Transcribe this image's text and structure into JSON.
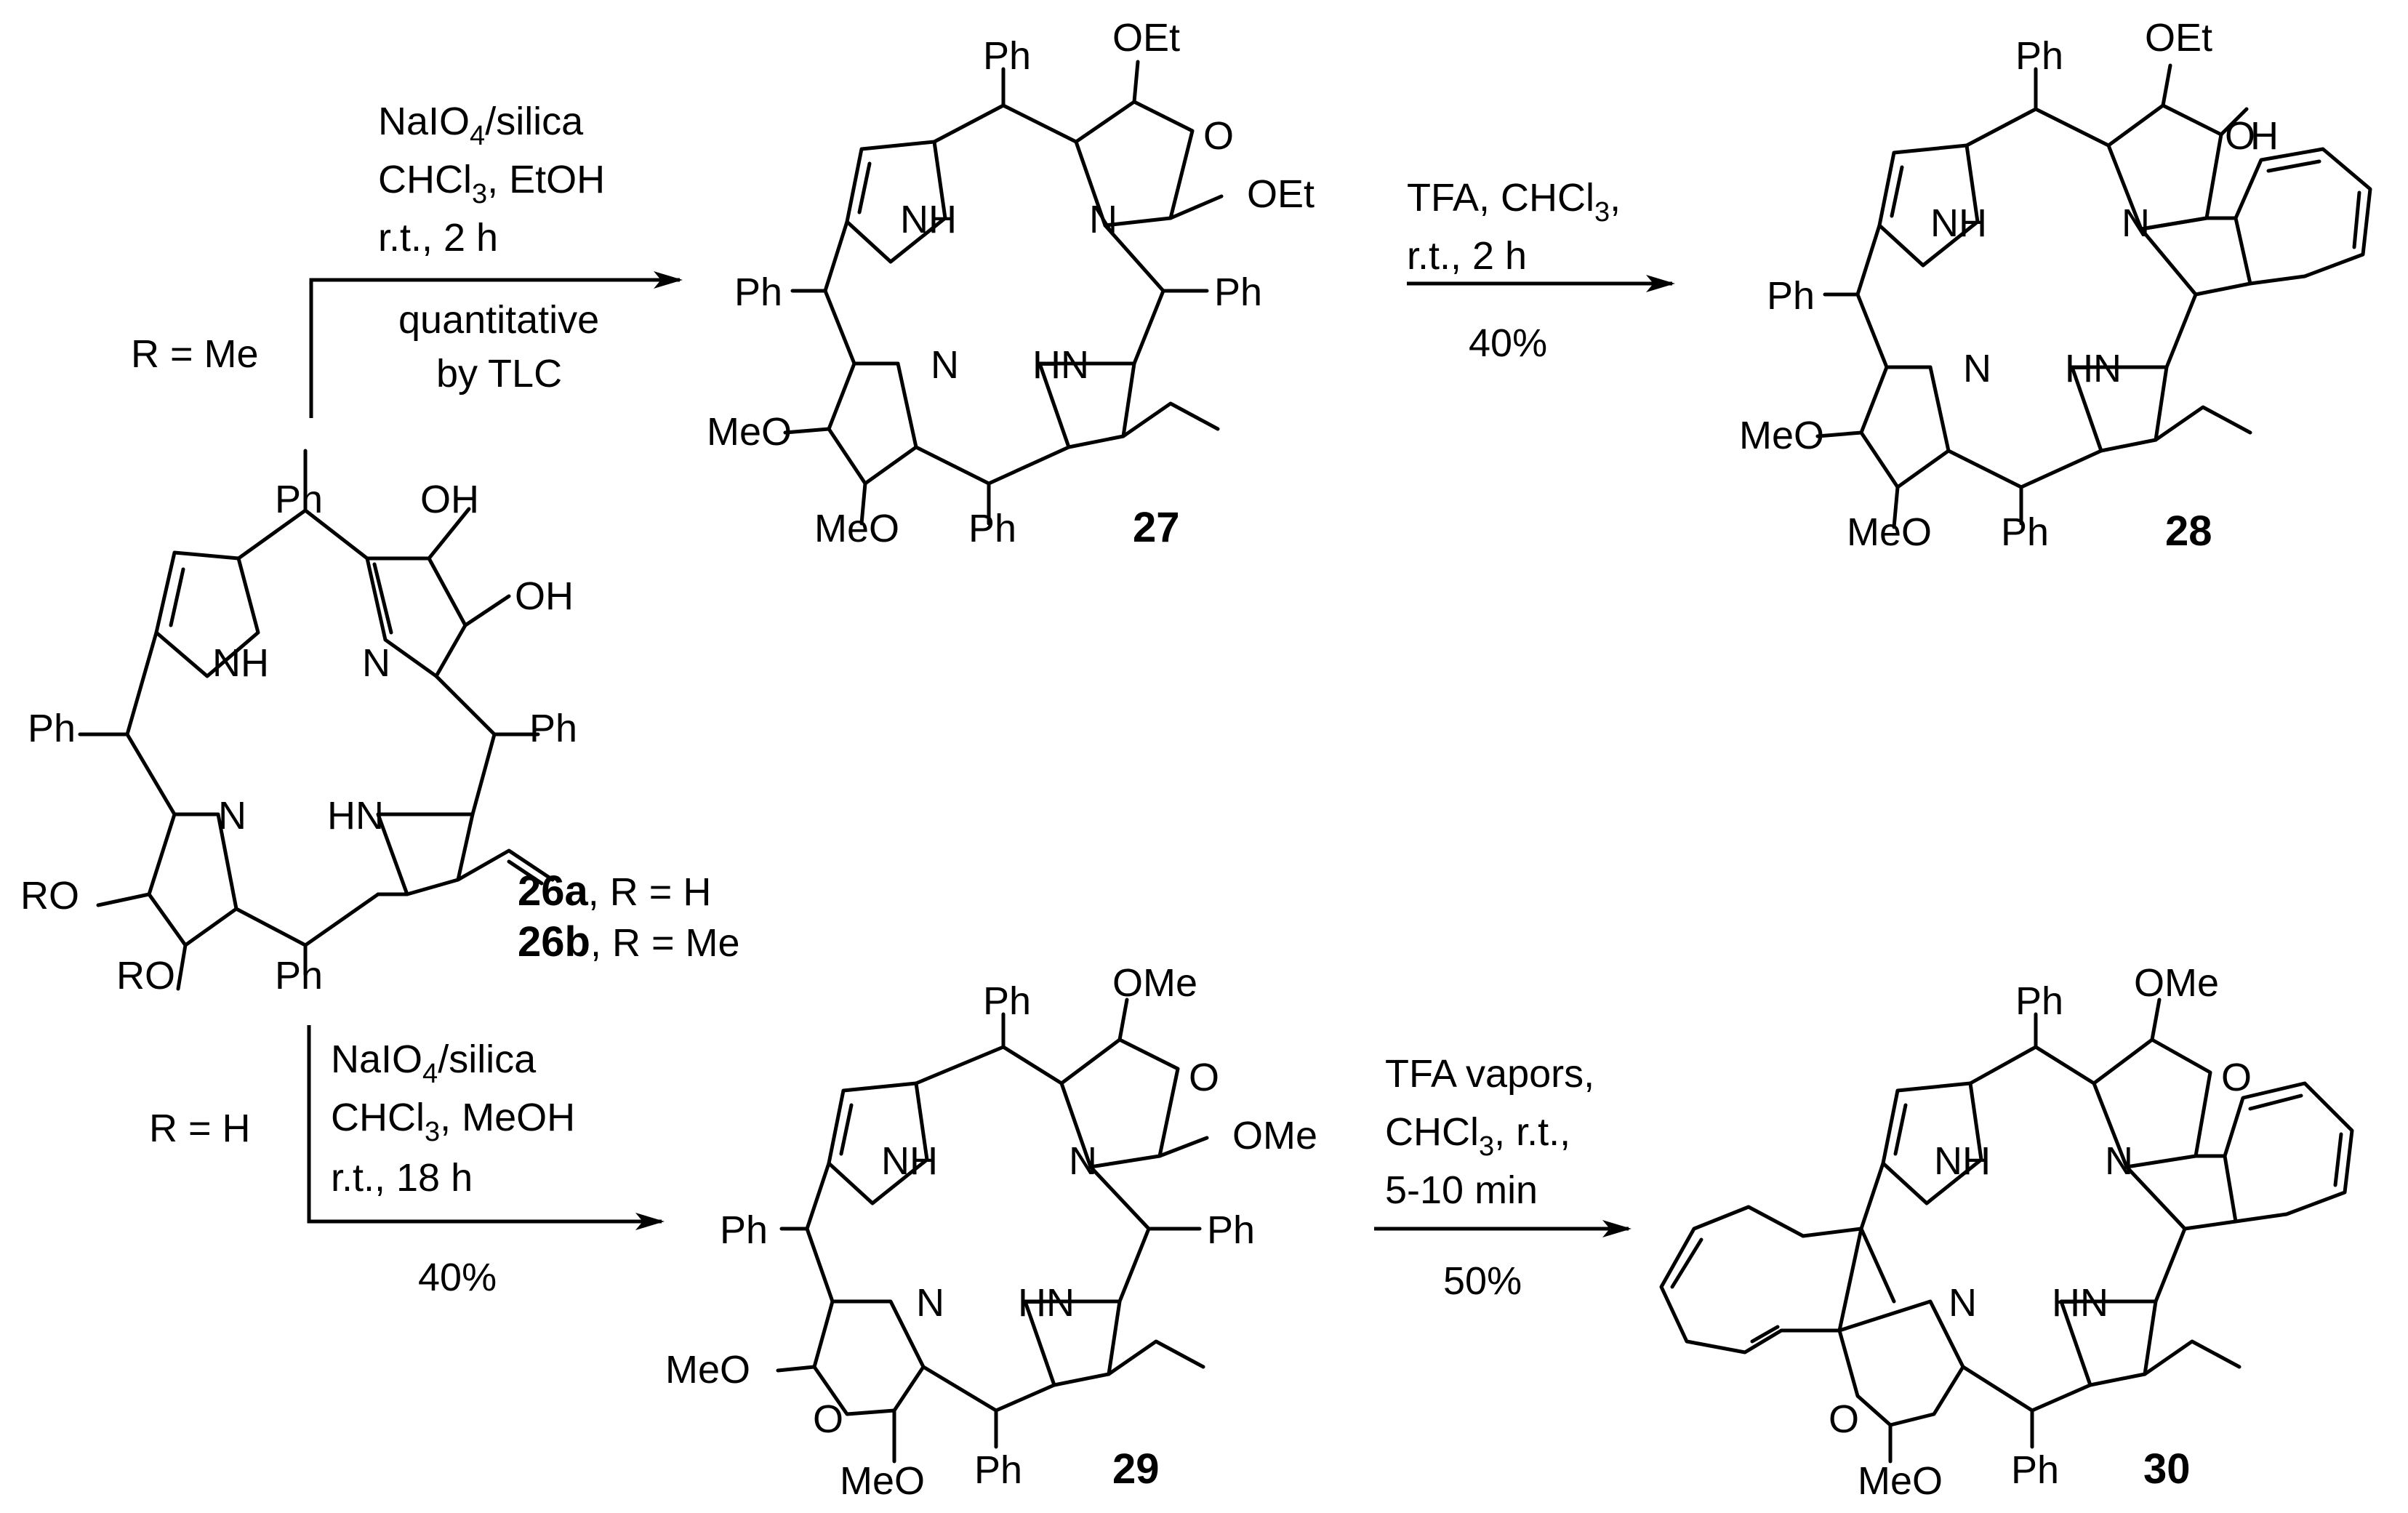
{
  "molecules": {
    "m26": {
      "labels": {
        "ph_top": "Ph",
        "oh1": "OH",
        "oh2": "OH",
        "nh": "NH",
        "n1": "N",
        "ph_left": "Ph",
        "ph_right": "Ph",
        "n2": "N",
        "hn": "HN",
        "ro1": "RO",
        "ro2": "RO",
        "ph_bottom": "Ph"
      },
      "id_a": "26a",
      "id_a_suffix": ", R = H",
      "id_b": "26b",
      "id_b_suffix": ", R = Me"
    },
    "m27": {
      "labels": {
        "ph_top": "Ph",
        "oet1": "OEt",
        "o": "O",
        "oet2": "OEt",
        "nh": "NH",
        "n1": "N",
        "ph_left": "Ph",
        "ph_right": "Ph",
        "n2": "N",
        "hn": "HN",
        "meo1": "MeO",
        "meo2": "MeO",
        "ph_bottom": "Ph"
      },
      "id": "27"
    },
    "m28": {
      "labels": {
        "ph_top": "Ph",
        "oet": "OEt",
        "o": "O",
        "h": "H",
        "nh": "NH",
        "n1": "N",
        "ph_left": "Ph",
        "n2": "N",
        "hn": "HN",
        "meo1": "MeO",
        "meo2": "MeO",
        "ph_bottom": "Ph"
      },
      "id": "28"
    },
    "m29": {
      "labels": {
        "ph_top": "Ph",
        "ome1": "OMe",
        "o1": "O",
        "ome2": "OMe",
        "nh": "NH",
        "n1": "N",
        "ph_left": "Ph",
        "ph_right": "Ph",
        "meo1": "MeO",
        "n2": "N",
        "hn": "HN",
        "o2": "O",
        "meo2": "MeO",
        "ph_bottom": "Ph"
      },
      "id": "29"
    },
    "m30": {
      "labels": {
        "ph_top": "Ph",
        "ome": "OMe",
        "o1": "O",
        "nh": "NH",
        "n1": "N",
        "n2": "N",
        "hn": "HN",
        "o2": "O",
        "meo": "MeO",
        "ph_bottom": "Ph"
      },
      "id": "30"
    }
  },
  "reactions": {
    "branch_top": {
      "r_label": "R = Me",
      "cond_line1_pre": "NaIO",
      "cond_line1_sub": "4",
      "cond_line1_post": "/silica",
      "cond_line2_pre": "CHCl",
      "cond_line2_sub": "3",
      "cond_line2_post": ", EtOH",
      "cond_line3": "r.t., 2 h",
      "cond_line4": "quantitative",
      "cond_line5": "by TLC"
    },
    "arrow_27_28": {
      "cond_line1_pre": "TFA, CHCl",
      "cond_line1_sub": "3",
      "cond_line1_post": ",",
      "cond_line2": "r.t., 2 h",
      "yield": "40%"
    },
    "branch_bottom": {
      "r_label": "R = H",
      "cond_line1_pre": "NaIO",
      "cond_line1_sub": "4",
      "cond_line1_post": "/silica",
      "cond_line2_pre": "CHCl",
      "cond_line2_sub": "3",
      "cond_line2_post": ", MeOH",
      "cond_line3": "r.t., 18 h",
      "yield": "40%"
    },
    "arrow_29_30": {
      "cond_line1": "TFA vapors,",
      "cond_line2_pre": "CHCl",
      "cond_line2_sub": "3",
      "cond_line2_post": ", r.t.,",
      "cond_line3": "5-10 min",
      "yield": "50%"
    }
  }
}
